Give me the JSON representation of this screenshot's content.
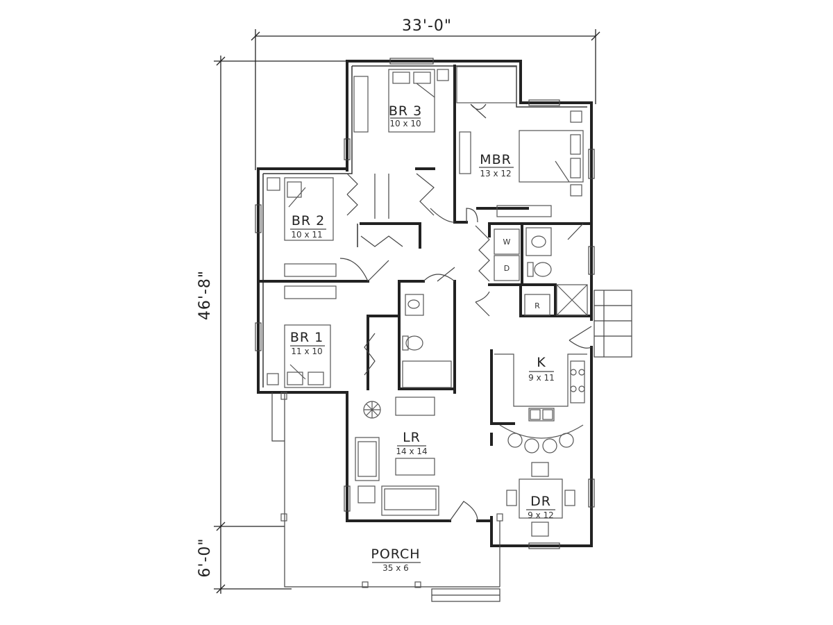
{
  "dimensions": {
    "width": "33'-0\"",
    "depth": "46'-8\"",
    "porch_depth": "6'-0\""
  },
  "rooms": {
    "br3": {
      "name": "BR 3",
      "size": "10 x 10"
    },
    "mbr": {
      "name": "MBR",
      "size": "13 x 12"
    },
    "br2": {
      "name": "BR 2",
      "size": "10 x 11"
    },
    "br1": {
      "name": "BR 1",
      "size": "11 x 10"
    },
    "kitchen": {
      "name": "K",
      "size": "9 x 11"
    },
    "lr": {
      "name": "LR",
      "size": "14 x 14"
    },
    "dr": {
      "name": "DR",
      "size": "9 x 12"
    },
    "porch": {
      "name": "PORCH",
      "size": "35 x 6"
    }
  },
  "appliances": {
    "washer": "W",
    "dryer": "D",
    "refrigerator": "R"
  }
}
